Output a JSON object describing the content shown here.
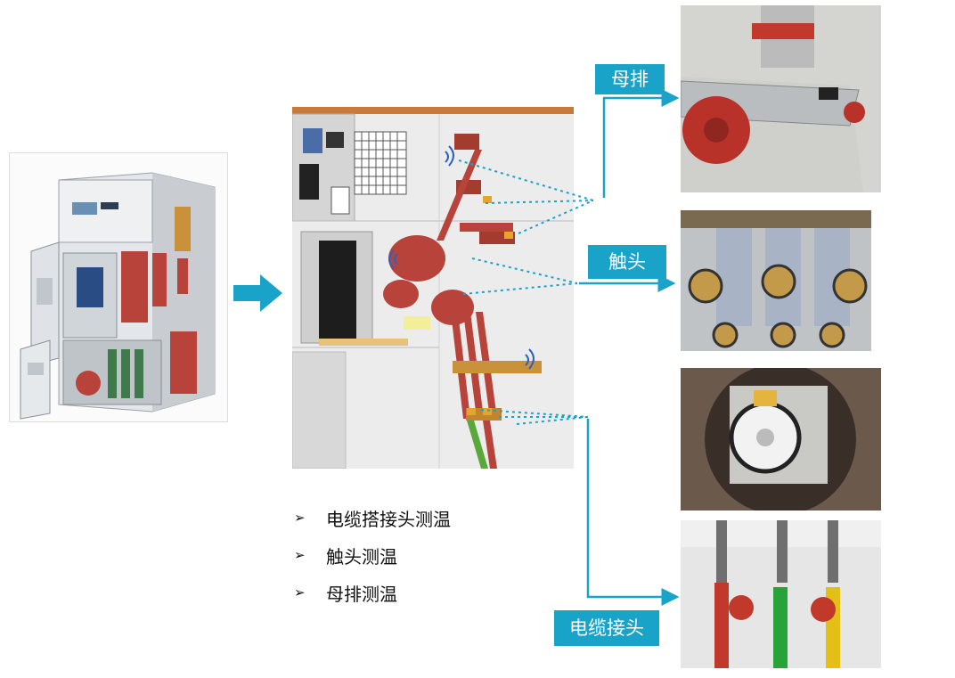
{
  "labels": {
    "busbar": "母排",
    "contact": "触头",
    "cable_joint": "电缆接头"
  },
  "bullets": [
    "电缆搭接头测温",
    "触头测温",
    "母排测温"
  ],
  "bullet_marker": "➢",
  "colors": {
    "accent": "#1aa3c8",
    "arrow": "#1aa3c8",
    "busbar_red": "#b8433a"
  },
  "icons": {
    "flow_arrow": "right-arrow-icon",
    "wireless_sensor": "wifi-signal-icon"
  }
}
